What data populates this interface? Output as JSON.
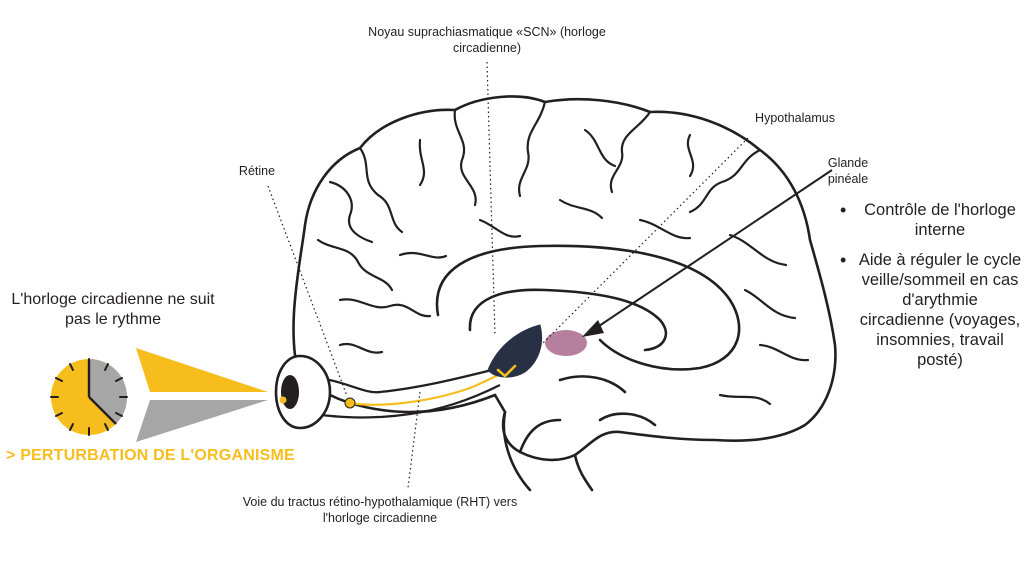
{
  "labels": {
    "scn": "Noyau suprachiasmatique «SCN» (horloge circadienne)",
    "hypothalamus": "Hypothalamus",
    "pineal": "Glande pinéale",
    "retina": "Rétine",
    "rht": "Voie du tractus rétino-hypothalamique (RHT) vers l'horloge circadienne"
  },
  "clock_title": "L'horloge circadienne ne suit pas le rythme",
  "perturbation": "> PERTURBATION DE L'ORGANISME",
  "bullets": [
    "Contrôle de l'horloge interne",
    "Aide à réguler le cycle veille/sommeil en cas d'arythmie circadienne (voyages, insomnies, travail posté)"
  ],
  "colors": {
    "yellow": "#f7bd1d",
    "gray": "#a7a6a6",
    "navy": "#283046",
    "pineal_pink": "#b77f9e",
    "ink": "#231f20"
  },
  "icons": [
    "clock-icon",
    "eye-icon",
    "arrow-icon"
  ]
}
